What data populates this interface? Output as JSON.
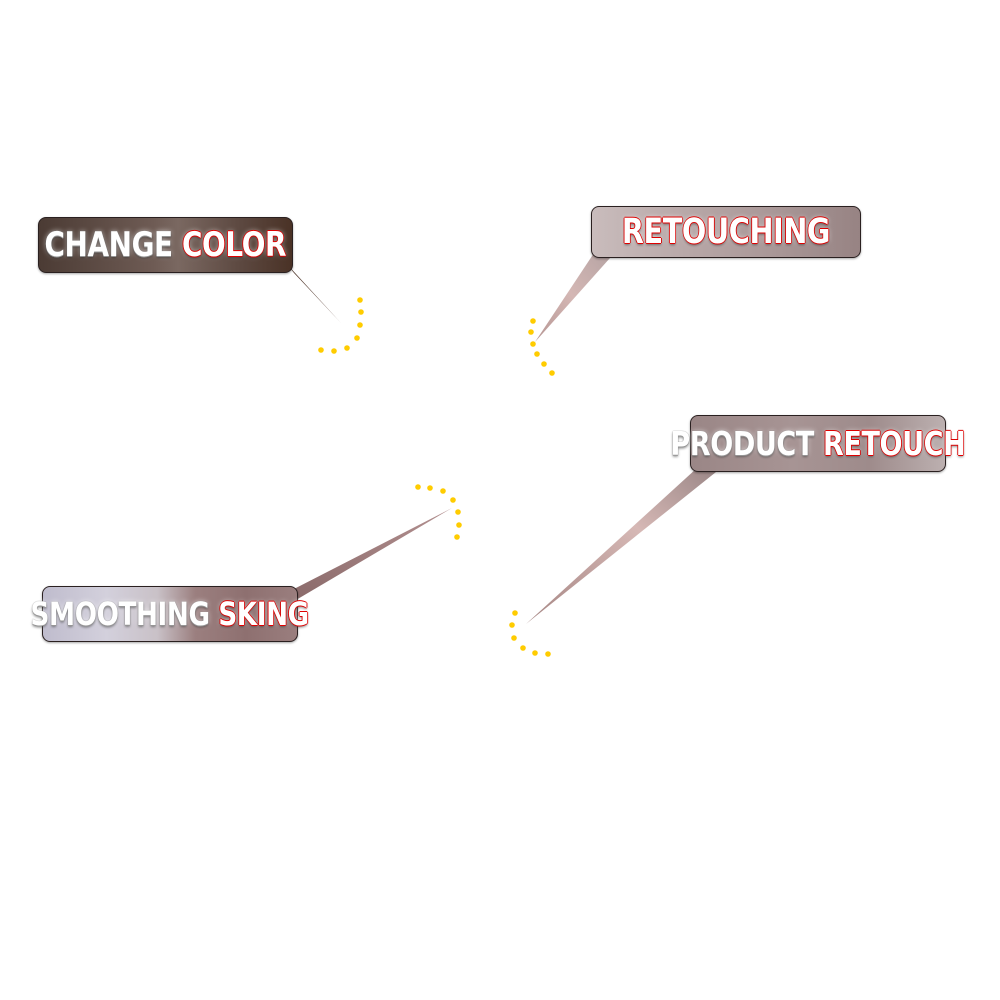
{
  "callouts": [
    {
      "id": "change-color",
      "words": [
        "CHANGE",
        "COLOR"
      ],
      "text": "CHANGE COLOR",
      "tail_color": "#4a3226",
      "dot_color": "#ffcc00"
    },
    {
      "id": "retouching",
      "words": [
        "RETOUCHING"
      ],
      "text": "RETOUCHING",
      "tail_color": "#c9a9a6",
      "dot_color": "#ffcc00"
    },
    {
      "id": "product-retouch",
      "words": [
        "PRODUCT",
        "RETOUCH"
      ],
      "text": "PRODUCT RETOUCH",
      "tail_color": "#c4a4a2",
      "dot_color": "#ffcc00"
    },
    {
      "id": "smoothing-sking",
      "words": [
        "SMOOTHING",
        "SKING"
      ],
      "text": "SMOOTHING SKING",
      "tail_color": "#8e6f6f",
      "dot_color": "#ffcc00"
    }
  ],
  "colors": {
    "background": "#ffffff",
    "text": "#ffffff",
    "accent_outline": "#e00000",
    "dots": "#ffcc00"
  }
}
